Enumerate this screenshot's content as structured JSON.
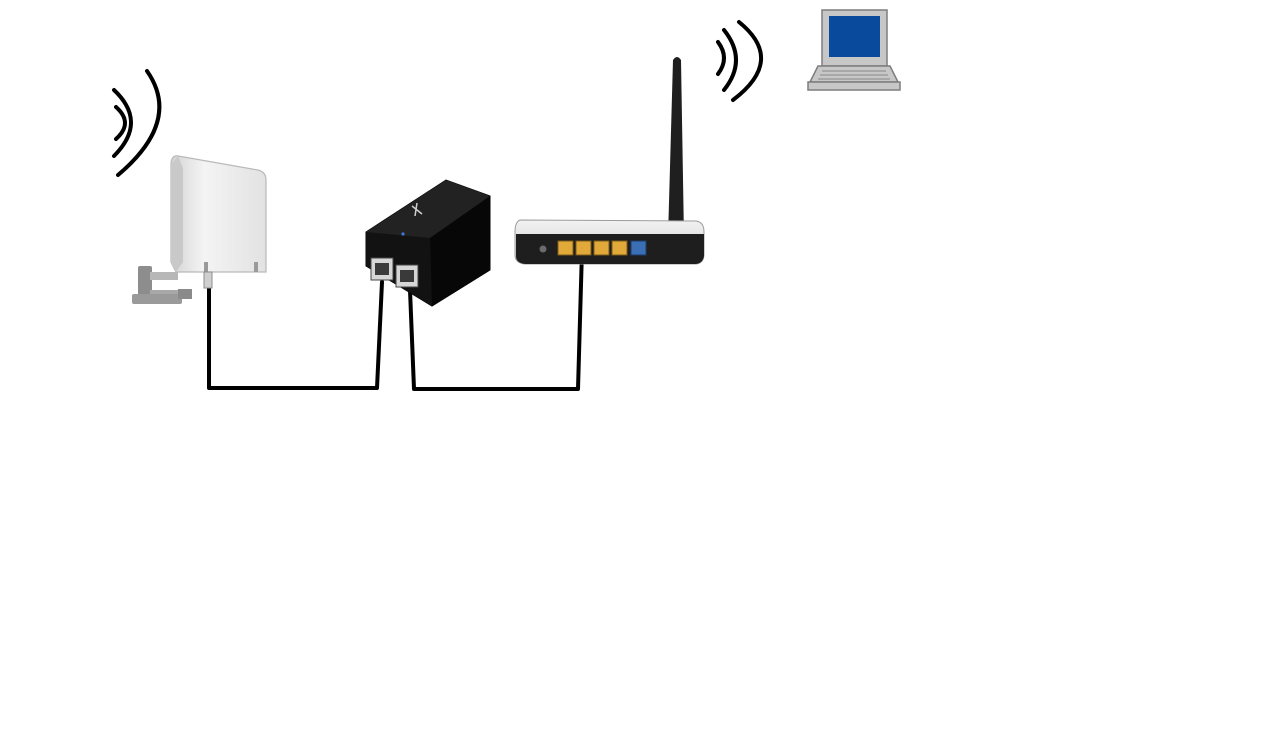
{
  "diagram": {
    "nodes": [
      {
        "id": "outdoor-antenna",
        "icon": "outdoor-cpe-antenna",
        "label": ""
      },
      {
        "id": "poe-adapter",
        "icon": "poe-injector",
        "label": ""
      },
      {
        "id": "wifi-router",
        "icon": "wireless-router",
        "label": ""
      },
      {
        "id": "laptop",
        "icon": "laptop",
        "label": ""
      }
    ],
    "links": [
      {
        "from": "outdoor-antenna",
        "to": "poe-adapter",
        "type": "ethernet-cable"
      },
      {
        "from": "poe-adapter",
        "to": "wifi-router",
        "type": "ethernet-cable"
      },
      {
        "from": "wifi-router",
        "to": "laptop",
        "type": "wireless"
      }
    ],
    "colors": {
      "cable": "#000000",
      "antenna_housing": "#f0f0f0",
      "poe_body": "#141414",
      "router_body": "#e8e8e8",
      "lan_ports": "#e0a93a",
      "wan_port": "#3a6fb6",
      "laptop_screen": "#0a4a9c",
      "laptop_frame": "#c7c7c7"
    }
  }
}
